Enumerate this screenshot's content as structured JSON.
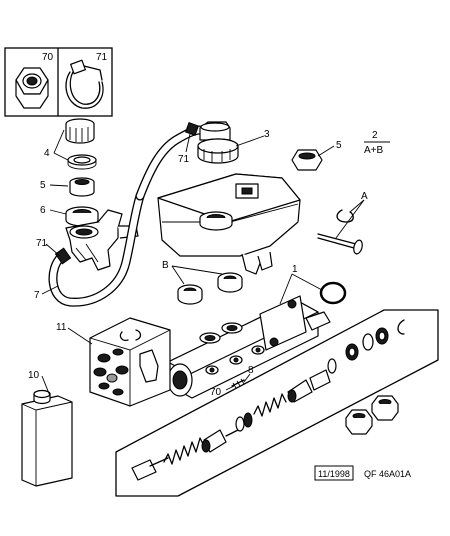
{
  "diagram": {
    "inset_labels": {
      "nut": "70",
      "clamp": "71"
    },
    "callouts": {
      "c1": "1",
      "c2": "2",
      "c2_sub": "A+B",
      "c3": "3",
      "c4": "4",
      "c5_right": "5",
      "c5_left": "5",
      "c6": "6",
      "c7": "7",
      "c8": "8",
      "c10": "10",
      "c11": "11",
      "c70": "70",
      "c71_top": "71",
      "c71_left": "71",
      "cA": "A",
      "cB": "B"
    },
    "footer": {
      "date": "11/1998",
      "ref": "QF 46A01A"
    }
  }
}
